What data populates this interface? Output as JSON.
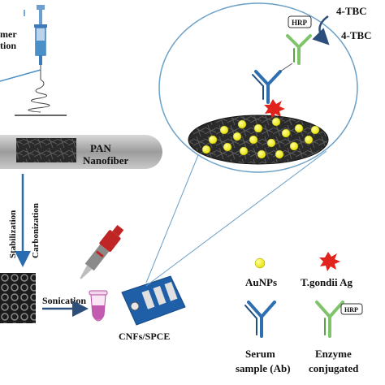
{
  "labels": {
    "polymer_line1": "mer",
    "polymer_line2": "tion",
    "pan_line1": "PAN",
    "pan_line2": "Nanofiber",
    "stabilization": "Stabilization",
    "carbonization": "Carbonization",
    "sonication": "Sonication",
    "electrode": "CNFs/SPCE",
    "hrp": "HRP",
    "tbc_top": "4-TBC",
    "tbc_right": "4-TBC",
    "legend_aunps": "AuNPs",
    "legend_antigen": "T.gondii Ag",
    "legend_serum_line1": "Serum",
    "legend_serum_line2": "sample (Ab)",
    "legend_enzyme_line1": "Enzyme",
    "legend_enzyme_line2": "conjugated",
    "legend_hrp": "HRP"
  },
  "colors": {
    "antibody_blue": "#2f6fb0",
    "enzyme_green": "#7fc46a",
    "aunp_yellow": "#f2ee1a",
    "antigen_red": "#e0231d",
    "syringe_blue": "#4a90c8",
    "syringe_red": "#c02525",
    "electrode_blue": "#1e5fa8",
    "gray_bar": "#a9a9a9",
    "arrow_blue": "#2b6cb0",
    "zoom_line": "#6aa0c8"
  }
}
